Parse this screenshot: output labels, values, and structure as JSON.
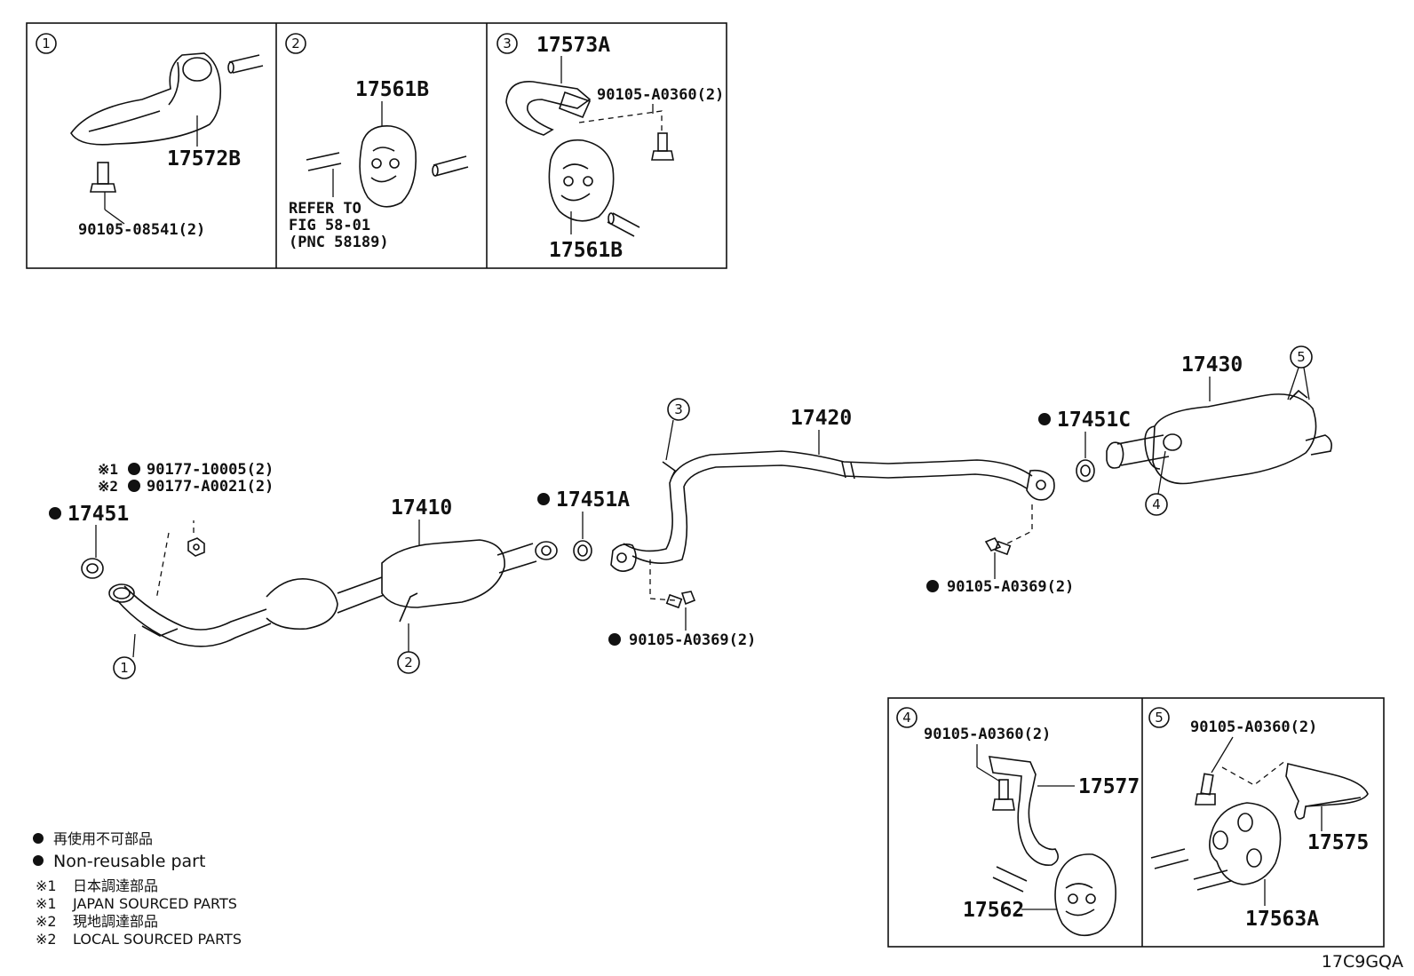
{
  "insets_top": {
    "i1": {
      "num": "1",
      "part": "17572B",
      "bolt": "90105-08541(2)"
    },
    "i2": {
      "num": "2",
      "part": "17561B",
      "ref1": "REFER TO",
      "ref2": "FIG 58-01",
      "ref3": "(PNC 58189)"
    },
    "i3": {
      "num": "3",
      "part_a": "17573A",
      "bolt": "90105-A0360(2)",
      "part_b": "17561B"
    }
  },
  "main": {
    "p17451": "17451",
    "p17410": "17410",
    "n1": "※1",
    "n2": "※2",
    "nut1": "90177-10005(2)",
    "nut2": "90177-A0021(2)",
    "p17451A": "17451A",
    "p17420": "17420",
    "p17451C": "17451C",
    "p17430": "17430",
    "bolt_a": "90105-A0369(2)",
    "bolt_b": "90105-A0369(2)",
    "c1": "1",
    "c2": "2",
    "c3": "3",
    "c4": "4",
    "c5": "5"
  },
  "insets_bottom": {
    "i4": {
      "num": "4",
      "bolt": "90105-A0360(2)",
      "p1": "17577",
      "p2": "17562"
    },
    "i5": {
      "num": "5",
      "bolt": "90105-A0360(2)",
      "p1": "17575",
      "p2": "17563A"
    }
  },
  "legend": {
    "l1": "再使用不可部品",
    "l2": "Non-reusable part",
    "l3a": "※1",
    "l3": "日本調達部品",
    "l4a": "※1",
    "l4": "JAPAN SOURCED PARTS",
    "l5a": "※2",
    "l5": "現地調達部品",
    "l6a": "※2",
    "l6": "LOCAL SOURCED PARTS"
  },
  "diagram_code": "17C9GQA"
}
